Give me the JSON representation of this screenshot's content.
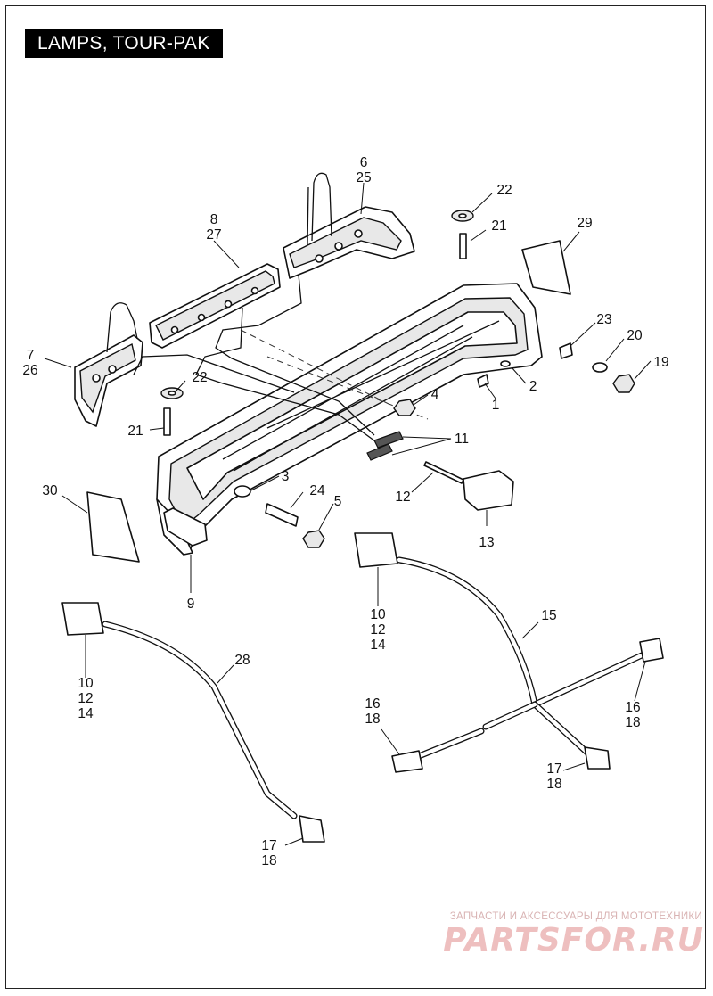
{
  "title": "LAMPS, TOUR-PAK",
  "watermark": {
    "tagline": "ЗАПЧАСТИ И АКСЕССУАРЫ ДЛЯ МОТОТЕХНИКИ",
    "logo": "PARTSFOR.RU"
  },
  "callouts": [
    {
      "id": "c-6-25",
      "lines": [
        "6",
        "25"
      ]
    },
    {
      "id": "c-8-27",
      "lines": [
        "8",
        "27"
      ]
    },
    {
      "id": "c-22-top",
      "lines": [
        "22"
      ]
    },
    {
      "id": "c-21-top",
      "lines": [
        "21"
      ]
    },
    {
      "id": "c-29",
      "lines": [
        "29"
      ]
    },
    {
      "id": "c-23",
      "lines": [
        "23"
      ]
    },
    {
      "id": "c-20",
      "lines": [
        "20"
      ]
    },
    {
      "id": "c-19",
      "lines": [
        "19"
      ]
    },
    {
      "id": "c-7-26",
      "lines": [
        "7",
        "26"
      ]
    },
    {
      "id": "c-22-left",
      "lines": [
        "22"
      ]
    },
    {
      "id": "c-2",
      "lines": [
        "2"
      ]
    },
    {
      "id": "c-4",
      "lines": [
        "4"
      ]
    },
    {
      "id": "c-1",
      "lines": [
        "1"
      ]
    },
    {
      "id": "c-21-left",
      "lines": [
        "21"
      ]
    },
    {
      "id": "c-11",
      "lines": [
        "11"
      ]
    },
    {
      "id": "c-3",
      "lines": [
        "3"
      ]
    },
    {
      "id": "c-30",
      "lines": [
        "30"
      ]
    },
    {
      "id": "c-24",
      "lines": [
        "24"
      ]
    },
    {
      "id": "c-12-mid",
      "lines": [
        "12"
      ]
    },
    {
      "id": "c-5",
      "lines": [
        "5"
      ]
    },
    {
      "id": "c-13",
      "lines": [
        "13"
      ]
    },
    {
      "id": "c-9",
      "lines": [
        "9"
      ]
    },
    {
      "id": "c-15",
      "lines": [
        "15"
      ]
    },
    {
      "id": "c-10-12-14-mid",
      "lines": [
        "10",
        "12",
        "14"
      ]
    },
    {
      "id": "c-28",
      "lines": [
        "28"
      ]
    },
    {
      "id": "c-10-12-14-left",
      "lines": [
        "10",
        "12",
        "14"
      ]
    },
    {
      "id": "c-16-18-left",
      "lines": [
        "16",
        "18"
      ]
    },
    {
      "id": "c-16-18-right",
      "lines": [
        "16",
        "18"
      ]
    },
    {
      "id": "c-17-18-mid",
      "lines": [
        "17",
        "18"
      ]
    },
    {
      "id": "c-17-18-bottom",
      "lines": [
        "17",
        "18"
      ]
    }
  ]
}
